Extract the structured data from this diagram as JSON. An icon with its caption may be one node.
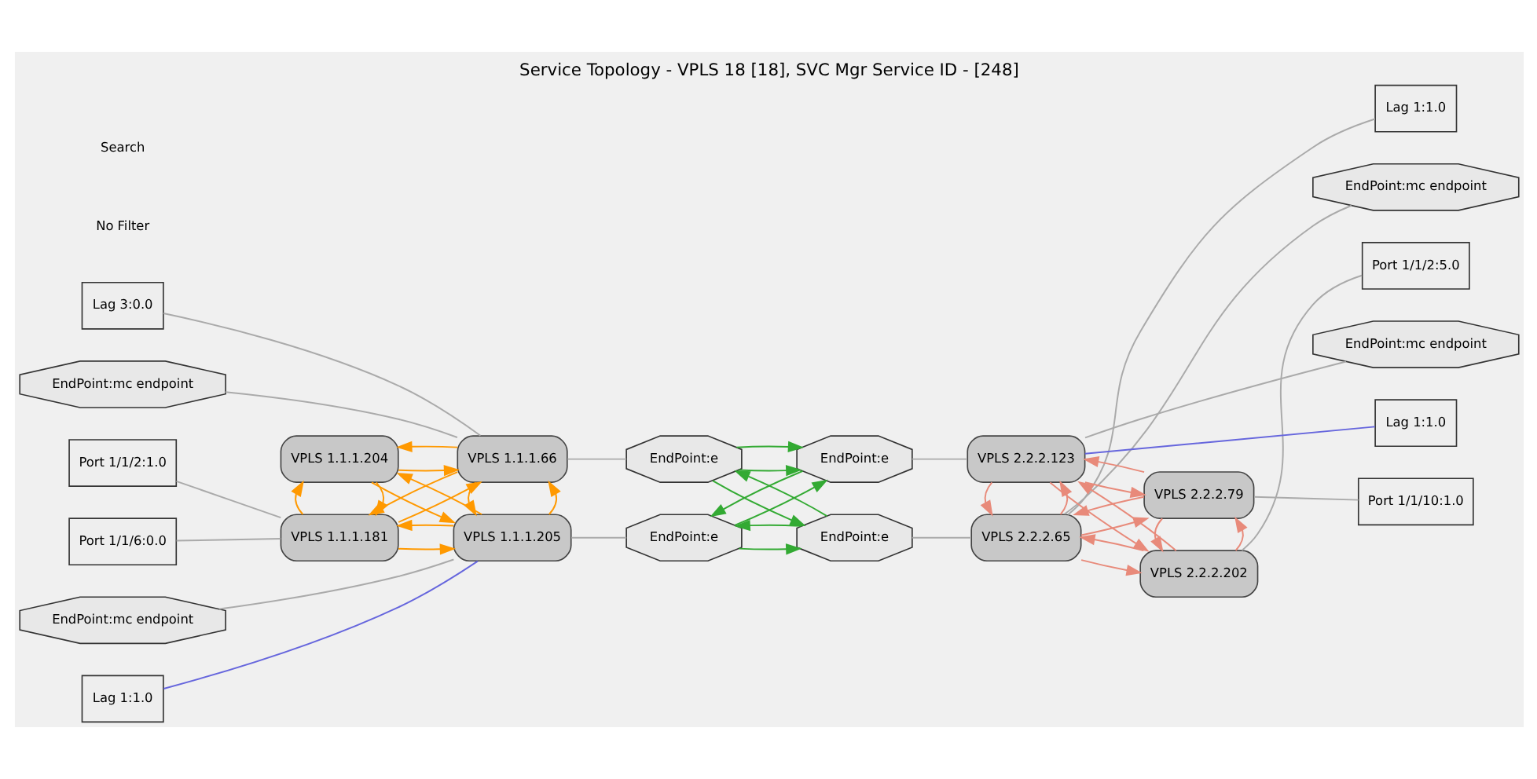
{
  "diagram": {
    "title": "Service Topology - VPLS 18 [18], SVC Mgr Service ID - [248]",
    "nodes": [
      {
        "text": [
          "Port 1/1/2:1.0"
        ]
      },
      {
        "text": [
          "Port 1/1/6:0.0"
        ]
      },
      {
        "text": [
          "Lag 3:0.0"
        ]
      },
      {
        "text": [
          "EndPoint:mc endpoint"
        ]
      },
      {
        "text": [
          "VPLS 1.1.1.181"
        ]
      },
      {
        "text": [
          "VPLS 1.1.1.66"
        ]
      },
      {
        "text": [
          "VPLS 1.1.1.204"
        ]
      },
      {
        "text": [
          "VPLS 1.1.1.205"
        ]
      },
      {
        "text": [
          "EndPoint:mc endpoint"
        ]
      },
      {
        "text": [
          "Lag 1:1.0"
        ]
      },
      {
        "text": [
          "EndPoint:e"
        ]
      },
      {
        "text": [
          "EndPoint:e"
        ]
      },
      {
        "text": [
          "EndPoint:e"
        ]
      },
      {
        "text": [
          "EndPoint:e"
        ]
      },
      {
        "text": [
          "Lag 1:1.0"
        ]
      },
      {
        "text": [
          "EndPoint:mc endpoint"
        ]
      },
      {
        "text": [
          "Port 1/1/2:5.0"
        ]
      },
      {
        "text": [
          "VPLS 2.2.2.65"
        ]
      },
      {
        "text": [
          "VPLS 2.2.2.202"
        ]
      },
      {
        "text": [
          "VPLS 2.2.2.123"
        ]
      },
      {
        "text": [
          "VPLS 2.2.2.79"
        ]
      },
      {
        "text": [
          "EndPoint:mc endpoint"
        ]
      },
      {
        "text": [
          "Lag 1:1.0"
        ]
      },
      {
        "text": [
          "Port 1/1/10:1.0"
        ]
      }
    ],
    "edges": [
      {
        "from": 0,
        "to": 4,
        "arrow": "none"
      },
      {
        "from": 1,
        "to": 4,
        "arrow": "none"
      },
      {
        "from": 2,
        "to": 5,
        "arrow": "none"
      },
      {
        "from": 3,
        "to": 5,
        "arrow": "none"
      },
      {
        "from": 5,
        "to": 4,
        "arrow": "to",
        "color": "#ff9900"
      },
      {
        "from": 4,
        "to": 5,
        "arrow": "to",
        "color": "#ff9900"
      },
      {
        "from": 6,
        "to": 4,
        "arrow": "to",
        "color": "#ff9900"
      },
      {
        "from": 4,
        "to": 6,
        "arrow": "to",
        "color": "#ff9900"
      },
      {
        "from": 4,
        "to": 7,
        "arrow": "to",
        "color": "#ff9900"
      },
      {
        "from": 7,
        "to": 4,
        "arrow": "to",
        "color": "#ff9900"
      },
      {
        "from": 6,
        "to": 5,
        "arrow": "to",
        "color": "#ff9900"
      },
      {
        "from": 5,
        "to": 6,
        "arrow": "to",
        "color": "#ff9900"
      },
      {
        "from": 7,
        "to": 5,
        "arrow": "to",
        "color": "#ff9900"
      },
      {
        "from": 5,
        "to": 7,
        "arrow": "to",
        "color": "#ff9900"
      },
      {
        "from": 7,
        "to": 6,
        "arrow": "to",
        "color": "#ff9900"
      },
      {
        "from": 6,
        "to": 7,
        "arrow": "to",
        "color": "#ff9900"
      },
      {
        "from": 8,
        "to": 7,
        "arrow": "none"
      },
      {
        "from": 9,
        "to": 7,
        "arrow": "none",
        "color": "#6666dd"
      },
      {
        "from": 5,
        "to": 10,
        "arrow": "none"
      },
      {
        "from": 7,
        "to": 12,
        "arrow": "none"
      },
      {
        "from": 11,
        "to": 10,
        "arrow": "to",
        "color": "#33aa33"
      },
      {
        "from": 10,
        "to": 11,
        "arrow": "to",
        "color": "#33aa33"
      },
      {
        "from": 10,
        "to": 13,
        "arrow": "to",
        "color": "#33aa33"
      },
      {
        "from": 10,
        "to": 13,
        "arrow": "to",
        "color": "#33aa33"
      },
      {
        "from": 12,
        "to": 11,
        "arrow": "to",
        "color": "#33aa33"
      },
      {
        "from": 11,
        "to": 12,
        "arrow": "to",
        "color": "#33aa33"
      },
      {
        "from": 12,
        "to": 13,
        "arrow": "to",
        "color": "#33aa33"
      },
      {
        "from": 13,
        "to": 12,
        "arrow": "to",
        "color": "#33aa33"
      },
      {
        "from": 11,
        "to": 17,
        "arrow": "none"
      },
      {
        "from": 13,
        "to": 19,
        "arrow": "none"
      },
      {
        "from": 14,
        "to": 17,
        "arrow": "none"
      },
      {
        "from": 15,
        "to": 17,
        "arrow": "none"
      },
      {
        "from": 16,
        "to": 18,
        "arrow": "none"
      },
      {
        "from": 17,
        "to": 18,
        "arrow": "to",
        "color": "#e88a7a"
      },
      {
        "from": 18,
        "to": 17,
        "arrow": "to",
        "color": "#e88a7a"
      },
      {
        "from": 17,
        "to": 19,
        "arrow": "to",
        "color": "#e88a7a"
      },
      {
        "from": 19,
        "to": 17,
        "arrow": "to",
        "color": "#e88a7a"
      },
      {
        "from": 20,
        "to": 17,
        "arrow": "to",
        "color": "#e88a7a"
      },
      {
        "from": 17,
        "to": 20,
        "arrow": "to",
        "color": "#e88a7a"
      },
      {
        "from": 19,
        "to": 18,
        "arrow": "to",
        "color": "#e88a7a"
      },
      {
        "from": 18,
        "to": 19,
        "arrow": "to",
        "color": "#e88a7a"
      },
      {
        "from": 18,
        "to": 20,
        "arrow": "to",
        "color": "#e88a7a"
      },
      {
        "from": 20,
        "to": 18,
        "arrow": "to",
        "color": "#e88a7a"
      },
      {
        "from": 20,
        "to": 19,
        "arrow": "to",
        "color": "#e88a7a"
      },
      {
        "from": 19,
        "to": 20,
        "arrow": "to",
        "color": "#e88a7a"
      },
      {
        "from": 19,
        "to": 21,
        "arrow": "none"
      },
      {
        "from": 19,
        "to": 22,
        "arrow": "none",
        "color": "#6666dd"
      },
      {
        "from": 20,
        "to": 23,
        "arrow": "none"
      }
    ],
    "labels": [
      "No Filter",
      "Search"
    ]
  }
}
